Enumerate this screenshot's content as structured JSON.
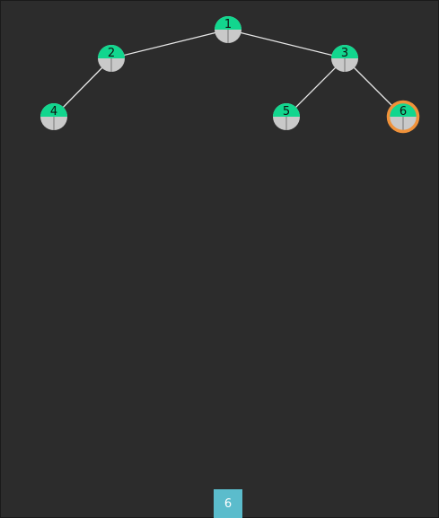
{
  "tree": {
    "nodes": [
      {
        "id": "1",
        "label": "1",
        "highlighted": false
      },
      {
        "id": "2",
        "label": "2",
        "highlighted": false
      },
      {
        "id": "3",
        "label": "3",
        "highlighted": false
      },
      {
        "id": "4",
        "label": "4",
        "highlighted": false
      },
      {
        "id": "5",
        "label": "5",
        "highlighted": false
      },
      {
        "id": "6",
        "label": "6",
        "highlighted": true
      }
    ],
    "edges": [
      {
        "from": "1",
        "to": "2"
      },
      {
        "from": "1",
        "to": "3"
      },
      {
        "from": "2",
        "to": "4"
      },
      {
        "from": "3",
        "to": "5"
      },
      {
        "from": "3",
        "to": "6"
      }
    ]
  },
  "colors": {
    "background": "#2c2c2c",
    "node_top": "#12d68e",
    "node_bottom": "#c9c9c9",
    "edge": "#e8e8e8",
    "highlight_ring": "#f0923a",
    "current_box": "#5bbccc"
  },
  "current": {
    "value": "6"
  }
}
